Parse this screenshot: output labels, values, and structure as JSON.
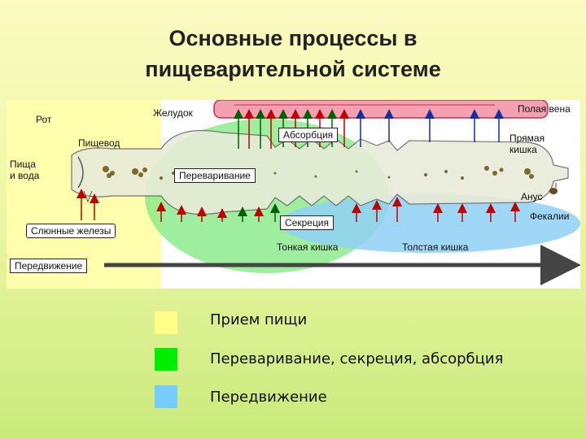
{
  "title": {
    "line1": "Основные процессы в",
    "line2": "пищеварительной системе"
  },
  "diagram": {
    "labels": {
      "mouth": "Рот",
      "stomach": "Желудок",
      "vena": "Полая вена",
      "esophagus": "Пищевод",
      "absorption": "Абсорбция",
      "rectum_line1": "Прямая",
      "rectum_line2": "кишка",
      "food_line1": "Пища",
      "food_line2": "и вода",
      "digestion": "Переваривание",
      "anus": "Анус",
      "feces": "Фекалии",
      "salivary": "Слюнные железы",
      "secretion": "Секреция",
      "small_intestine": "Тонкая кишка",
      "large_intestine": "Толстая кишка",
      "movement": "Передвижение"
    }
  },
  "legend": {
    "items": [
      {
        "color": "#ffff88",
        "label": "Прием пищи"
      },
      {
        "color": "#00ee00",
        "label": "Переваривание, секреция, абсорбция"
      },
      {
        "color": "#77ccff",
        "label": "Передвижение"
      }
    ]
  }
}
